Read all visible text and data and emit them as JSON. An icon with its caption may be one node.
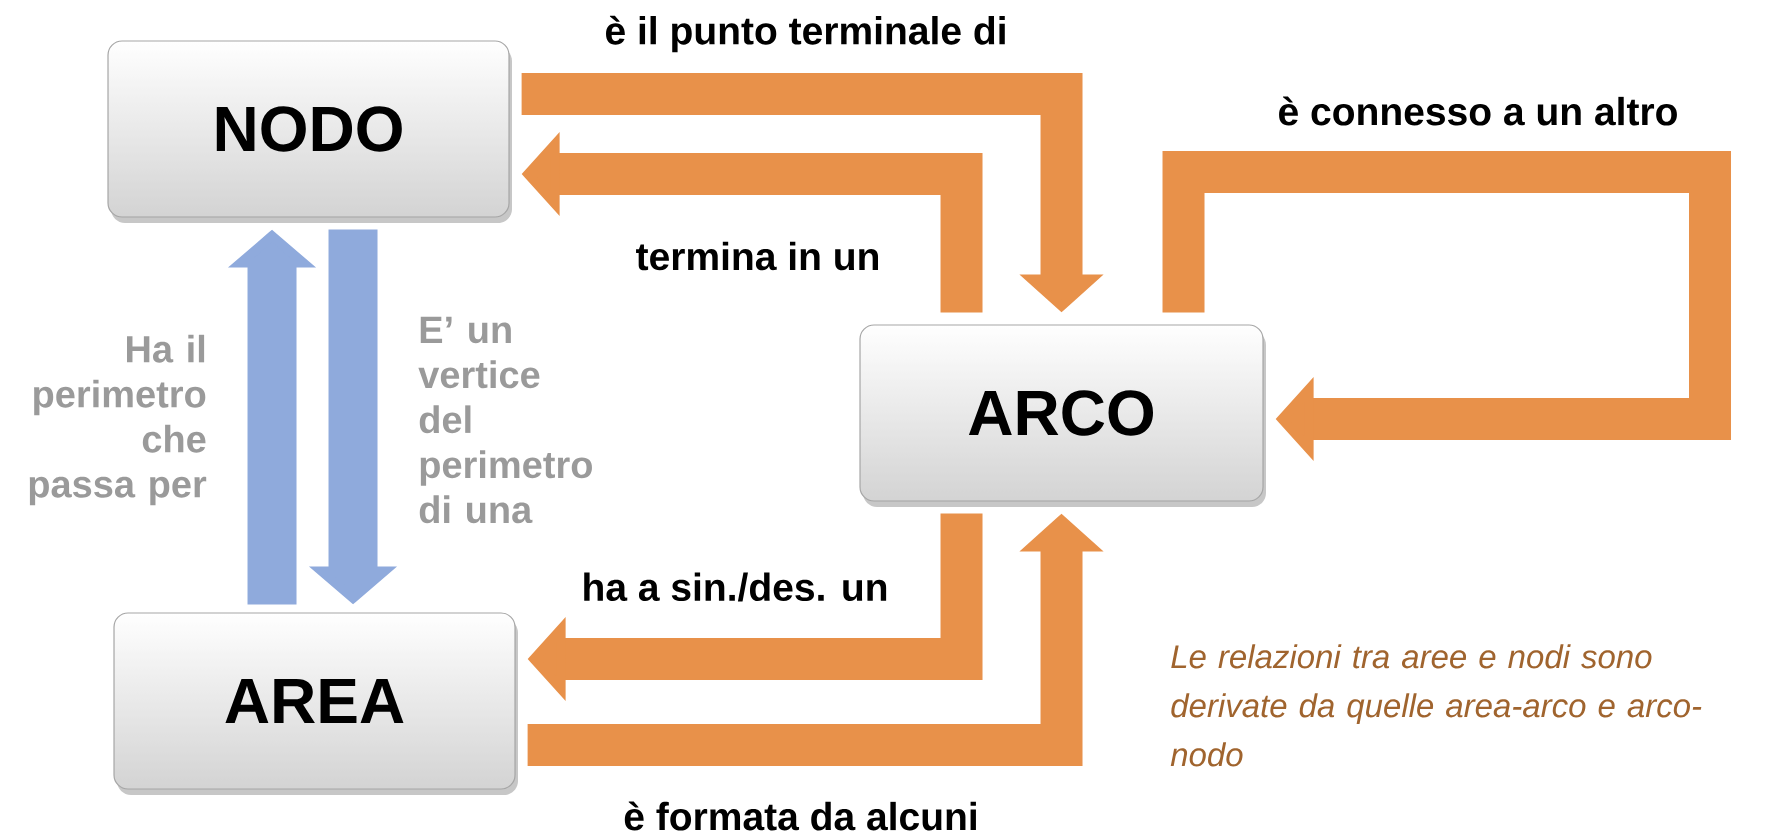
{
  "diagram": {
    "nodes": [
      {
        "text": [
          "NODO"
        ]
      },
      {
        "text": [
          "ARCO"
        ]
      },
      {
        "text": [
          "AREA"
        ]
      }
    ],
    "edges": [
      {
        "from": 0,
        "to": 1,
        "arrow": "to",
        "label": "è il punto terminale di"
      },
      {
        "from": 1,
        "to": 0,
        "arrow": "to",
        "label": "termina in un"
      },
      {
        "from": 1,
        "to": 1,
        "arrow": "to",
        "label": "è connesso a un altro"
      },
      {
        "from": 1,
        "to": 2,
        "arrow": "to",
        "label": "ha a sin./des. un"
      },
      {
        "from": 2,
        "to": 1,
        "arrow": "to",
        "label": "è formata da alcuni"
      },
      {
        "from": 2,
        "to": 0,
        "arrow": "to",
        "label": "Ha il perimetro che passa per",
        "color": "#8faadc"
      },
      {
        "from": 0,
        "to": 2,
        "arrow": "to",
        "label": "E’ un vertice del perimetro di una",
        "color": "#8faadc"
      }
    ],
    "labels": [
      "Le relazioni tra aree e nodi sono derivate da quelle area-arco e arco-nodo"
    ]
  }
}
